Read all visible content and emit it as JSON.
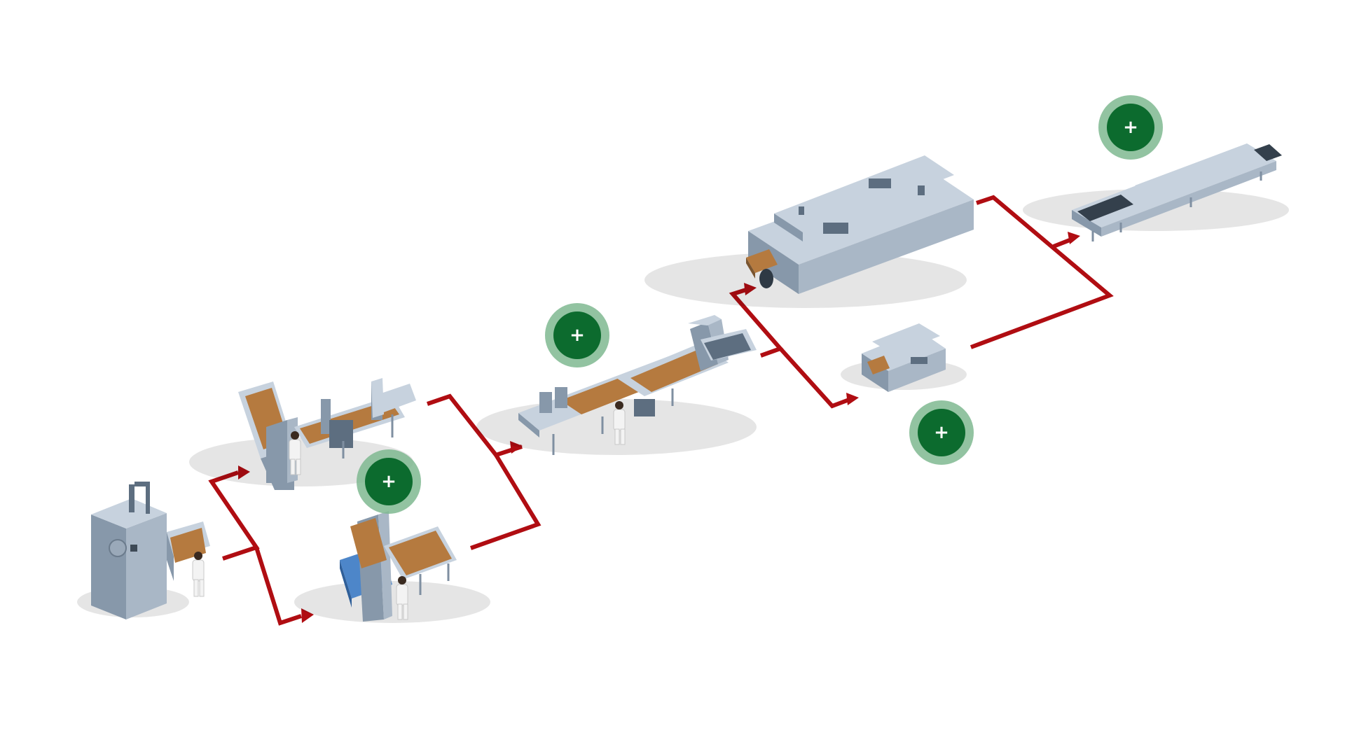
{
  "hotspots": [
    {
      "id": "hotspot-roller",
      "label": "+"
    },
    {
      "id": "hotspot-sheeter",
      "label": "+"
    },
    {
      "id": "hotspot-cutter",
      "label": "+"
    },
    {
      "id": "hotspot-small-oven",
      "label": "+"
    },
    {
      "id": "hotspot-cooling",
      "label": "+"
    }
  ],
  "colors": {
    "flow_line": "#b00d12",
    "hotspot_core": "#0c6b2e",
    "hotspot_halo": "#7fb890",
    "machine_body": "#c7d2de",
    "product": "#b57a3f"
  },
  "machines": [
    {
      "name": "mixer-machine",
      "icon": "mixer-icon"
    },
    {
      "name": "laminating-roller-line",
      "icon": "conveyor-icon"
    },
    {
      "name": "sheeter-conveyor",
      "icon": "conveyor-icon"
    },
    {
      "name": "cutting-line",
      "icon": "cutter-icon"
    },
    {
      "name": "tunnel-oven",
      "icon": "oven-icon"
    },
    {
      "name": "compact-oven",
      "icon": "oven-icon"
    },
    {
      "name": "cooling-conveyor",
      "icon": "cooling-icon"
    }
  ]
}
